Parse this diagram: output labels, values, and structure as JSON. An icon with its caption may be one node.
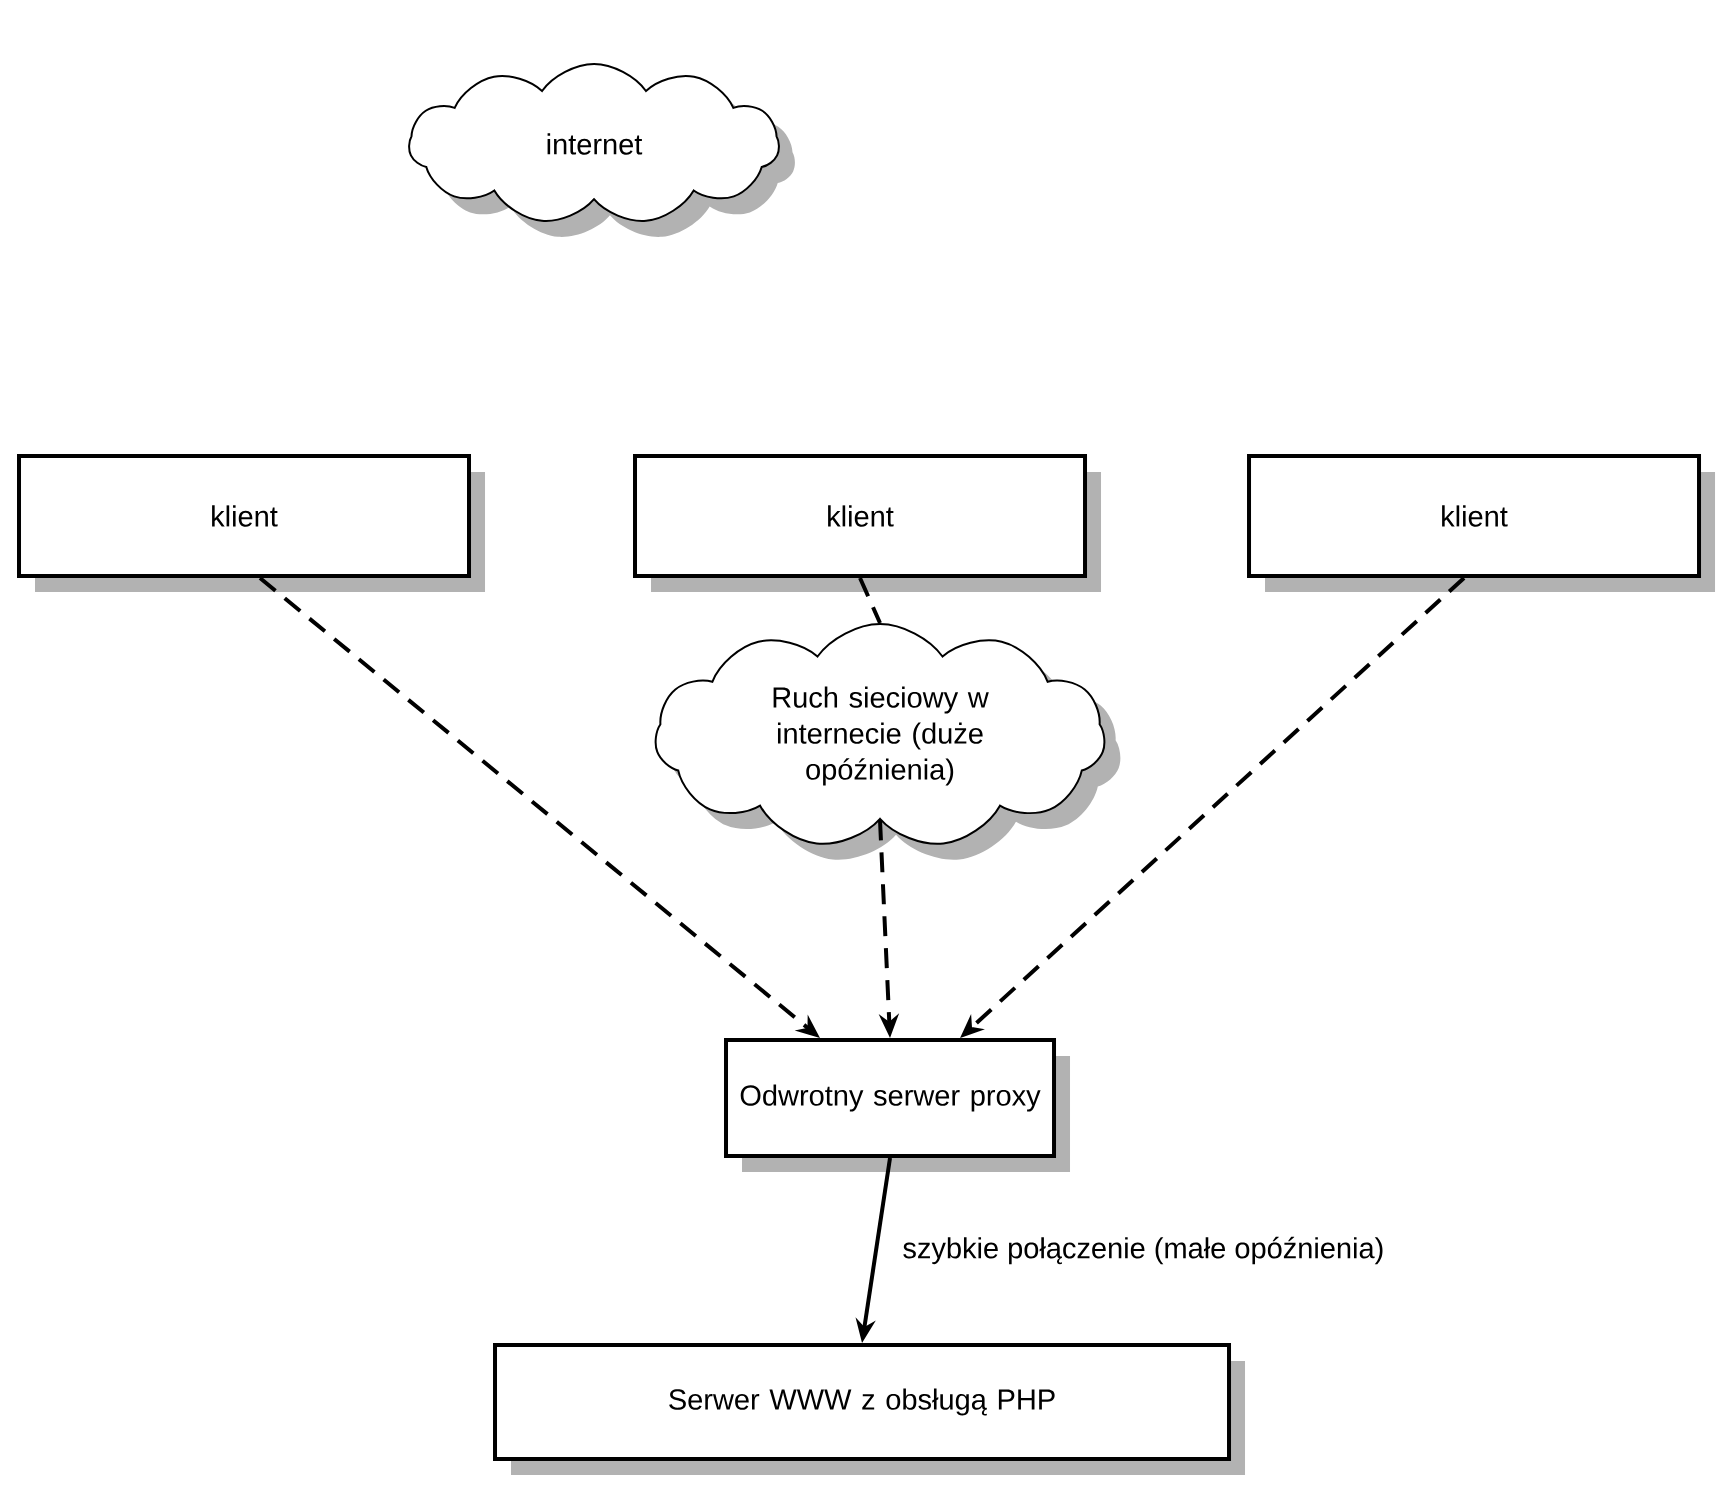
{
  "diagram": {
    "nodes": [
      {
        "text": [
          "internet"
        ]
      },
      {
        "text": [
          "klient"
        ]
      },
      {
        "text": [
          "klient"
        ]
      },
      {
        "text": [
          "klient"
        ]
      },
      {
        "text": [
          "Ruch sieciowy w internecie (duże opóźnienia)"
        ]
      },
      {
        "text": [
          "Odwrotny serwer proxy"
        ]
      },
      {
        "text": [
          "Serwer WWW z obsługą PHP"
        ]
      }
    ],
    "edges": [
      {
        "from": 1,
        "to": 5,
        "arrow": "to",
        "style": "dashed"
      },
      {
        "from": 2,
        "to": 4,
        "arrow": "none",
        "style": "dashed"
      },
      {
        "from": 4,
        "to": 5,
        "arrow": "to",
        "style": "dashed"
      },
      {
        "from": 3,
        "to": 5,
        "arrow": "to",
        "style": "dashed"
      },
      {
        "from": 5,
        "to": 6,
        "arrow": "to",
        "label": "szybkie połączenie (małe opóźnienia)"
      }
    ]
  }
}
